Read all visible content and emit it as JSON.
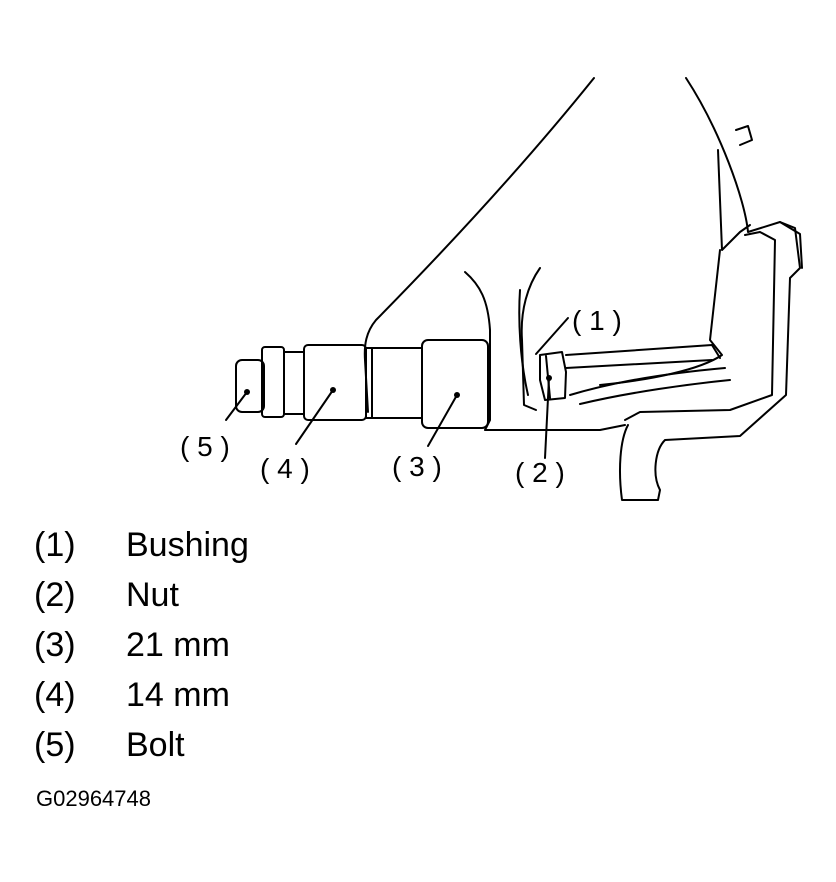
{
  "callouts": [
    {
      "id": "1",
      "label": "( 1 )"
    },
    {
      "id": "2",
      "label": "( 2 )"
    },
    {
      "id": "3",
      "label": "( 3 )"
    },
    {
      "id": "4",
      "label": "( 4 )"
    },
    {
      "id": "5",
      "label": "( 5 )"
    }
  ],
  "legend": [
    {
      "key": "(1)",
      "desc": "Bushing"
    },
    {
      "key": "(2)",
      "desc": "Nut"
    },
    {
      "key": "(3)",
      "desc": "21 mm"
    },
    {
      "key": "(4)",
      "desc": "14 mm"
    },
    {
      "key": "(5)",
      "desc": "Bolt"
    }
  ],
  "figure_id": "G02964748",
  "colors": {
    "line": "#000000",
    "background": "#ffffff"
  }
}
